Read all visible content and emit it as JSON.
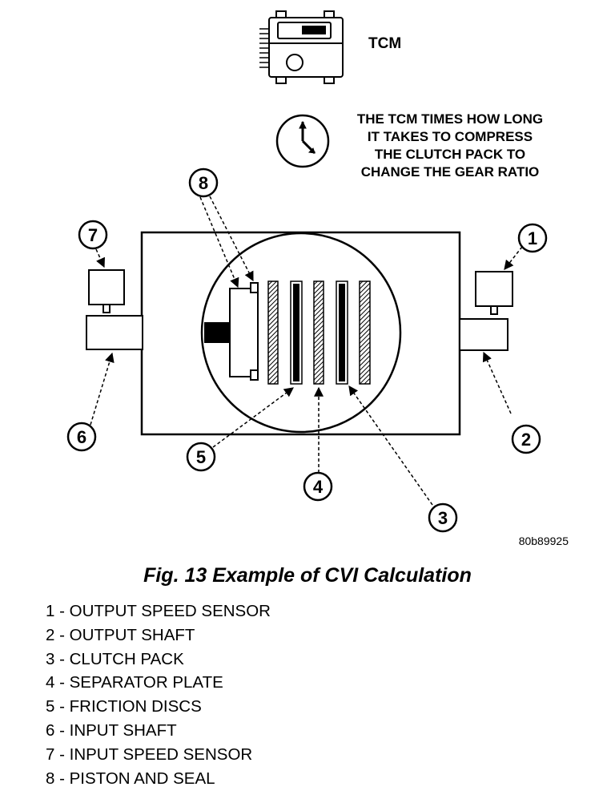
{
  "tcm_label": "TCM",
  "note_lines": [
    "THE TCM TIMES HOW LONG",
    "IT TAKES TO COMPRESS",
    "THE CLUTCH PACK TO",
    "CHANGE THE GEAR RATIO"
  ],
  "callouts": {
    "c1": "1",
    "c2": "2",
    "c3": "3",
    "c4": "4",
    "c5": "5",
    "c6": "6",
    "c7": "7",
    "c8": "8"
  },
  "figure_code": "80b89925",
  "caption": "Fig. 13 Example of CVI Calculation",
  "legend": [
    "1 - OUTPUT SPEED SENSOR",
    "2 - OUTPUT SHAFT",
    "3 - CLUTCH PACK",
    "4 - SEPARATOR PLATE",
    "5 - FRICTION DISCS",
    "6 - INPUT SHAFT",
    "7 - INPUT SPEED SENSOR",
    "8 - PISTON AND SEAL"
  ]
}
